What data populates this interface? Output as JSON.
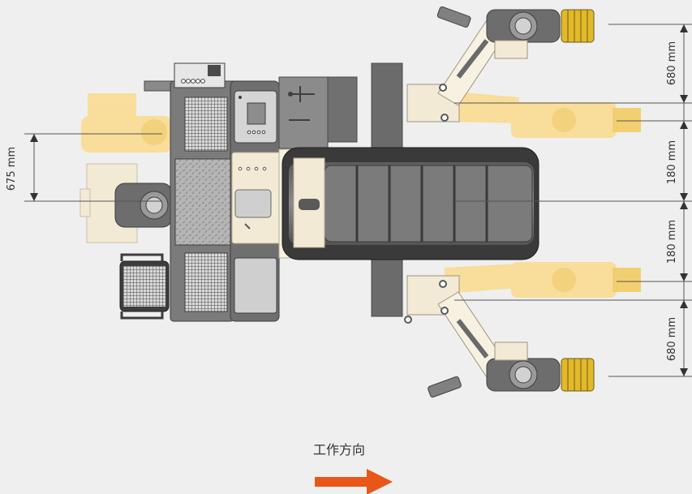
{
  "diagram": {
    "dimensions": {
      "left_offset": "675 mm",
      "right_top": "680 mm",
      "right_mid_upper": "180 mm",
      "right_mid_lower": "180 mm",
      "right_bottom": "680 mm"
    },
    "direction_label": "工作方向",
    "colors": {
      "background": "#efefef",
      "machine_gray": "#7d7d7d",
      "machine_dark": "#4a4a4a",
      "beige": "#f3ead6",
      "ghost_yellow": "#f9dc93",
      "drum_yellow": "#e3b92a",
      "arrow": "#e8561a"
    }
  }
}
